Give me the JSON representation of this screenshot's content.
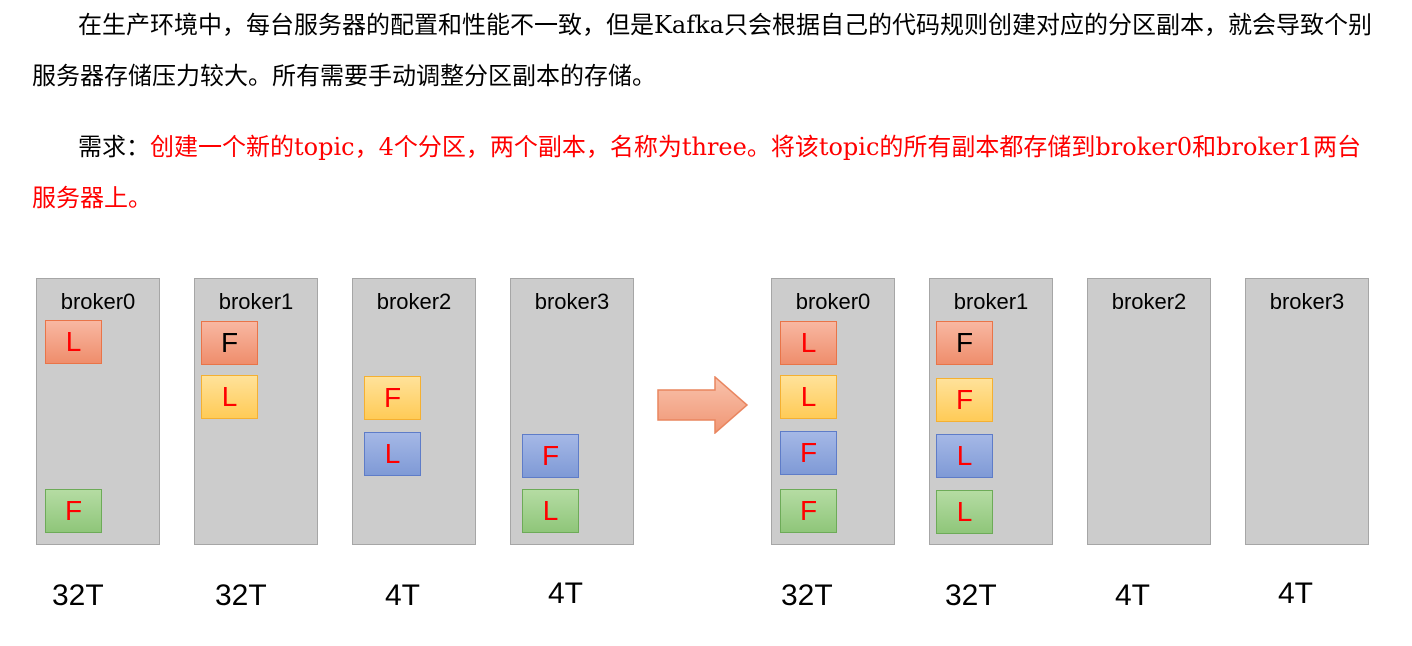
{
  "text": {
    "para1": "在生产环境中，每台服务器的配置和性能不一致，但是Kafka只会根据自己的代码规则创建对应的分区副本，就会导致个别服务器存储压力较大。所有需要手动调整分区副本的存储。",
    "req_label": "需求：",
    "req_text": "创建一个新的topic，4个分区，两个副本，名称为three。将该topic的所有副本都存储到broker0和broker1两台服务器上。"
  },
  "before": {
    "brokers": [
      {
        "name": "broker0",
        "storage": "32T"
      },
      {
        "name": "broker1",
        "storage": "32T"
      },
      {
        "name": "broker2",
        "storage": "4T"
      },
      {
        "name": "broker3",
        "storage": "4T"
      }
    ],
    "replicas": [
      {
        "label": "L",
        "color": "orange",
        "text_color": "#ff0000"
      },
      {
        "label": "F",
        "color": "green",
        "text_color": "#ff0000"
      },
      {
        "label": "F",
        "color": "orange",
        "text_color": "#000000"
      },
      {
        "label": "L",
        "color": "yellow",
        "text_color": "#ff0000"
      },
      {
        "label": "F",
        "color": "yellow",
        "text_color": "#ff0000"
      },
      {
        "label": "L",
        "color": "blue",
        "text_color": "#ff0000"
      },
      {
        "label": "F",
        "color": "blue",
        "text_color": "#ff0000"
      },
      {
        "label": "L",
        "color": "green",
        "text_color": "#ff0000"
      }
    ]
  },
  "after": {
    "brokers": [
      {
        "name": "broker0",
        "storage": "32T"
      },
      {
        "name": "broker1",
        "storage": "32T"
      },
      {
        "name": "broker2",
        "storage": "4T"
      },
      {
        "name": "broker3",
        "storage": "4T"
      }
    ],
    "replicas": [
      {
        "label": "L",
        "color": "orange",
        "text_color": "#ff0000"
      },
      {
        "label": "L",
        "color": "yellow",
        "text_color": "#ff0000"
      },
      {
        "label": "F",
        "color": "blue",
        "text_color": "#ff0000"
      },
      {
        "label": "F",
        "color": "green",
        "text_color": "#ff0000"
      },
      {
        "label": "F",
        "color": "orange",
        "text_color": "#000000"
      },
      {
        "label": "F",
        "color": "yellow",
        "text_color": "#ff0000"
      },
      {
        "label": "L",
        "color": "blue",
        "text_color": "#ff0000"
      },
      {
        "label": "L",
        "color": "green",
        "text_color": "#ff0000"
      }
    ]
  },
  "colors": {
    "orange": "#ef8e6c",
    "yellow": "#ffcb57",
    "blue": "#7f9ad6",
    "green": "#8fc67a",
    "broker_fill": "#cccccc",
    "arrow": "#f4a584",
    "requirement_text": "#ff0000"
  }
}
